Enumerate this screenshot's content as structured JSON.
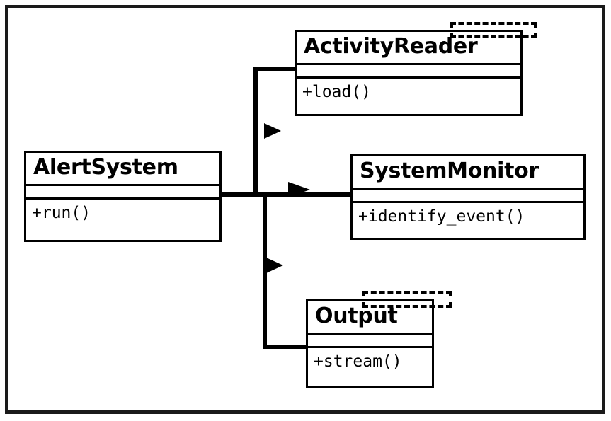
{
  "diagram": {
    "type": "uml-class-diagram",
    "title": "",
    "background_color": "#ffffff",
    "line_color": "#000000",
    "frame_color": "#1a1a1a",
    "classes": [
      {
        "id": "alertsystem",
        "name": "AlertSystem",
        "attributes": [],
        "methods": [
          "+run()"
        ],
        "has_dashed_overlay": false
      },
      {
        "id": "activityreader",
        "name": "ActivityReader",
        "attributes": [],
        "methods": [
          "+load()"
        ],
        "has_dashed_overlay": true
      },
      {
        "id": "systemmonitor",
        "name": "SystemMonitor",
        "attributes": [],
        "methods": [
          "+identify_event()"
        ],
        "has_dashed_overlay": false
      },
      {
        "id": "output",
        "name": "Output",
        "attributes": [],
        "methods": [
          "+stream()"
        ],
        "has_dashed_overlay": true
      }
    ],
    "relationships": [
      {
        "from": "AlertSystem",
        "to": "ActivityReader",
        "arrow": "filled-triangle-right"
      },
      {
        "from": "AlertSystem",
        "to": "SystemMonitor",
        "arrow": "filled-triangle-right"
      },
      {
        "from": "AlertSystem",
        "to": "Output",
        "arrow": "filled-triangle-right"
      }
    ]
  }
}
